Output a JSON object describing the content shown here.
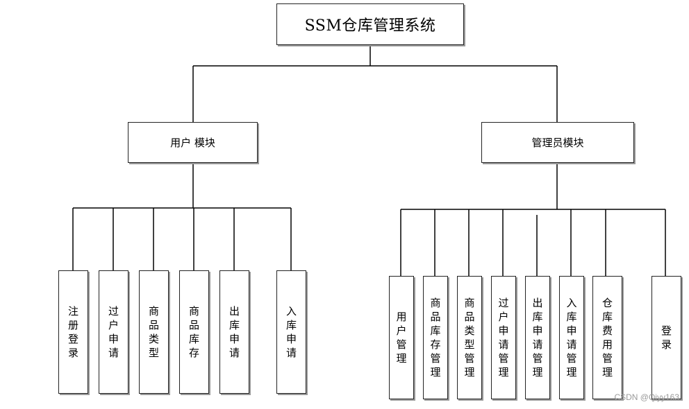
{
  "root": {
    "label": "SSM仓库管理系统"
  },
  "modules": [
    {
      "label": "用户 模块",
      "children": [
        "注册登录",
        "过户申请",
        "商品类型",
        "商品库存",
        "出库申请",
        "入库申请"
      ]
    },
    {
      "label": "管理员模块",
      "children": [
        "用户管理",
        "商品库存管理",
        "商品类型管理",
        "过户申请管理",
        "出库申请管理",
        "入库申请管理",
        "仓库费用管理",
        "登录"
      ]
    }
  ],
  "watermark": "CSDN @Qiyy163"
}
